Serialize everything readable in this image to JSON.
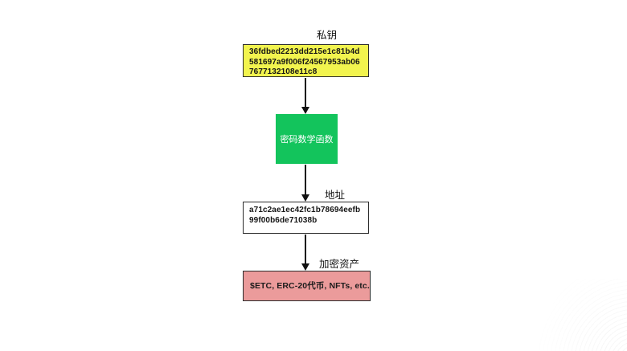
{
  "page": {
    "background_color": "#ffffff"
  },
  "diagram": {
    "border_color": "#2c2c2c",
    "arrow_color": "#111111",
    "private_key": {
      "label": "私钥",
      "value": "36fdbed2213dd215e1c81b4d581697a9f006f24567953ab067677132108e11c8",
      "bg_color": "#f2f44e"
    },
    "crypto_function": {
      "label": "密码数学函数",
      "bg_color": "#13c45c",
      "text_color": "#ffffff"
    },
    "address": {
      "label": "地址",
      "value": "a71c2ae1ec42fc1b78694eefb99f00b6de71038b",
      "bg_color": "#ffffff"
    },
    "crypto_assets": {
      "label": "加密资产",
      "value": "$ETC, ERC-20代币, NFTs, etc.",
      "bg_color": "#eb9b9b"
    }
  }
}
